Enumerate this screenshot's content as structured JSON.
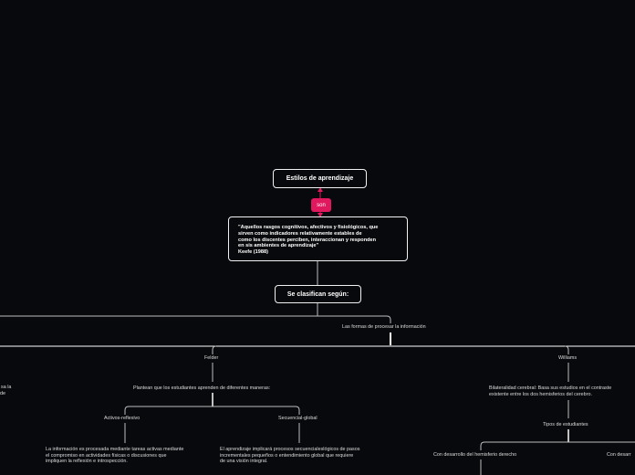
{
  "colors": {
    "background": "#08090c",
    "line": "#bdbdbd",
    "accent_connector": "#e0185d"
  },
  "root": {
    "title": "Estilos de aprendizaje"
  },
  "connector": {
    "label": "son"
  },
  "definition": {
    "lines": [
      "\"Aquellos rasgos cognitivos, afectivos y fisiológicos, que",
      "sirven como indicadores relativamente estables de",
      "como los discentes perciben, interaccionan y responden",
      "en sis ambientes de aprendizaje\"",
      "Keefe (1988)"
    ]
  },
  "classify": {
    "title": "Se clasifican según:"
  },
  "branch": {
    "label": "Las formas de procesar la información"
  },
  "felder": {
    "label": "Felder",
    "desc": "Plantean que los estudiantes aprenden de diferentes maneras:",
    "activo": {
      "label": "Activos-reflexivo",
      "lines": [
        "La información es procesada mediante tareas activas mediante",
        "el  compromiso en actividades físicas o discusiones que",
        "impliquen la reflexión e introspección."
      ]
    },
    "secuencial": {
      "label": "Secuencial-global",
      "lines": [
        "El aprendizaje implicará procesos secuencialeslógicos de pasos",
        "incrementales pequeños o entendimiento global que requiere",
        "de una visión integral."
      ]
    }
  },
  "williams": {
    "label": "Williams",
    "lines": [
      "Bilateralidad cerebral: Basa sus estudios en el contraste",
      "existente entre los dos hemisferios del cerebro."
    ],
    "tipos": "Tipos de estudiantes",
    "derecho": "Con desarrollo del hemisferio derecho",
    "izquierdo_partial": "Con desarr"
  },
  "left_partial": {
    "lines": [
      "sa la",
      "de"
    ]
  }
}
